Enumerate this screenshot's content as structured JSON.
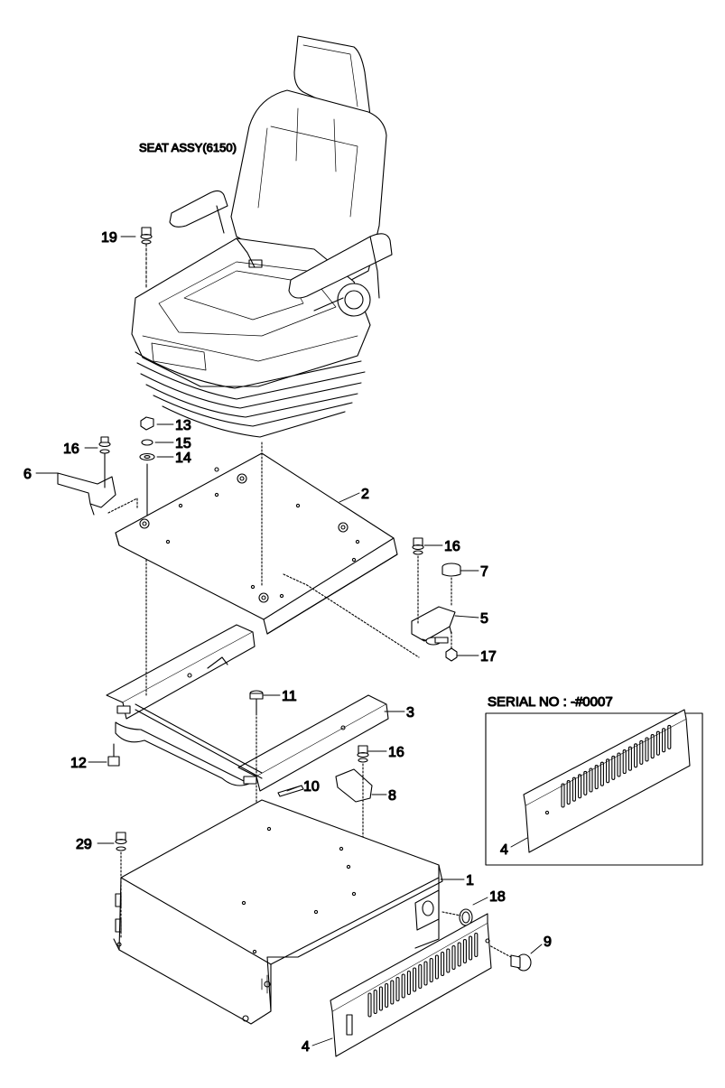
{
  "title": "SEAT ASSY(6150)",
  "serial_box_title": "SERIAL NO : -#0007",
  "callouts": {
    "c1": "1",
    "c2": "2",
    "c3": "3",
    "c4_box": "4",
    "c4_main": "4",
    "c5": "5",
    "c6": "6",
    "c7": "7",
    "c8": "8",
    "c9": "9",
    "c10": "10",
    "c11": "11",
    "c12": "12",
    "c13": "13",
    "c14": "14",
    "c15": "15",
    "c16_left": "16",
    "c16_right": "16",
    "c16_lower": "16",
    "c17": "17",
    "c18": "18",
    "c19": "19",
    "c29": "29"
  }
}
